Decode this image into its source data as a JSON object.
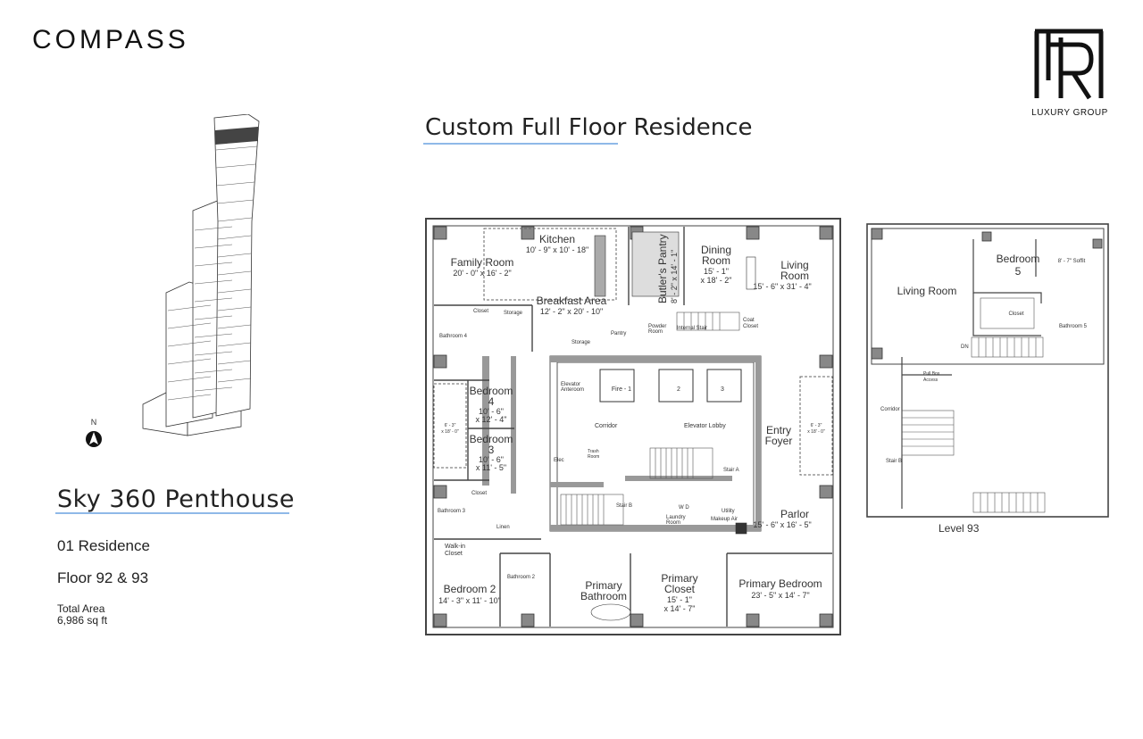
{
  "brand": {
    "compass": "COMPASS",
    "luxury_group": "LUXURY GROUP"
  },
  "header": {
    "title": "Custom Full Floor Residence"
  },
  "project": {
    "title": "Sky 360 Penthouse",
    "residence": "01 Residence",
    "floors": "Floor 92 & 93",
    "total_area_label": "Total Area",
    "total_area_value": "6,986 sq ft"
  },
  "compass_rose": {
    "north": "N"
  },
  "level92": {
    "rooms": {
      "kitchen": "Kitchen",
      "kitchen_dim": "10' - 9\" x 10' - 18\"",
      "family_room": "Family Room",
      "family_room_dim": "20' - 0\" x 16' - 2\"",
      "butlers_pantry": "Butler's Pantry",
      "butlers_pantry_dim": "8' - 2\" x 14' - 1\"",
      "dining_room_1": "Dining",
      "dining_room_2": "Room",
      "dining_room_dim_1": "15' - 1\"",
      "dining_room_dim_2": "x 18' - 2\"",
      "living_room_1": "Living",
      "living_room_2": "Room",
      "living_room_dim": "15' - 6\" x 31' - 4\"",
      "breakfast_area": "Breakfast Area",
      "breakfast_area_dim": "12' - 2\" x 20' - 10\"",
      "closet": "Closet",
      "storage": "Storage",
      "storage2": "Storage",
      "pantry": "Pantry",
      "powder_room_1": "Powder",
      "powder_room_2": "Room",
      "internal_stair": "Internal Stair",
      "coat_closet_1": "Coat",
      "coat_closet_2": "Closet",
      "bathroom4": "Bathroom 4",
      "bedroom4_1": "Bedroom",
      "bedroom4_2": "4",
      "bedroom4_dim_1": "10' - 6\"",
      "bedroom4_dim_2": "x 12' - 4\"",
      "elevator_anteroom_1": "Elevator",
      "elevator_anteroom_2": "Anteroom",
      "fire_elevator": "Fire - 1",
      "elevator2": "2",
      "elevator3": "3",
      "terrace_left_dim_1": "6' - 3\"",
      "terrace_left_dim_2": "x 18' - 0\"",
      "terrace_right_dim_1": "6' - 3\"",
      "terrace_right_dim_2": "x 18' - 0\"",
      "corridor": "Corridor",
      "elevator_lobby": "Elevator Lobby",
      "entry_foyer_1": "Entry",
      "entry_foyer_2": "Foyer",
      "bedroom3_1": "Bedroom",
      "bedroom3_2": "3",
      "bedroom3_dim_1": "10' - 6\"",
      "bedroom3_dim_2": "x 11' - 5\"",
      "elec": "Elec",
      "trash_room_1": "Trash",
      "trash_room_2": "Room",
      "stair_a": "Stair A",
      "stair_b": "Stair B",
      "closet2": "Closet",
      "bathroom3": "Bathroom 3",
      "linen": "Linen",
      "wd": "W D",
      "laundry_room_1": "Laundry",
      "laundry_room_2": "Room",
      "utility_1": "Utility",
      "utility_2": "Makeup Air",
      "parlor": "Parlor",
      "parlor_dim": "15' - 6\" x 16' - 5\"",
      "walkin_closet_1": "Walk-in",
      "walkin_closet_2": "Closet",
      "bathroom2": "Bathroom 2",
      "bedroom2": "Bedroom 2",
      "bedroom2_dim": "14' - 3\" x 11' - 10\"",
      "primary_bathroom_1": "Primary",
      "primary_bathroom_2": "Bathroom",
      "primary_closet_1": "Primary",
      "primary_closet_2": "Closet",
      "primary_closet_dim_1": "15' - 1\"",
      "primary_closet_dim_2": "x 14' - 7\"",
      "primary_bedroom": "Primary Bedroom",
      "primary_bedroom_dim": "23' - 5\" x 14' - 7\""
    }
  },
  "level93": {
    "label": "Level 93",
    "rooms": {
      "living_room": "Living Room",
      "bedroom5_1": "Bedroom",
      "bedroom5_2": "5",
      "soffit": "8' - 7\" Soffit",
      "closet": "Closet",
      "bathroom5": "Bathroom 5",
      "dn": "DN",
      "pull_box_1": "Pull Box",
      "pull_box_2": "Access",
      "corridor": "Corridor",
      "stair_b": "Stair B"
    }
  }
}
